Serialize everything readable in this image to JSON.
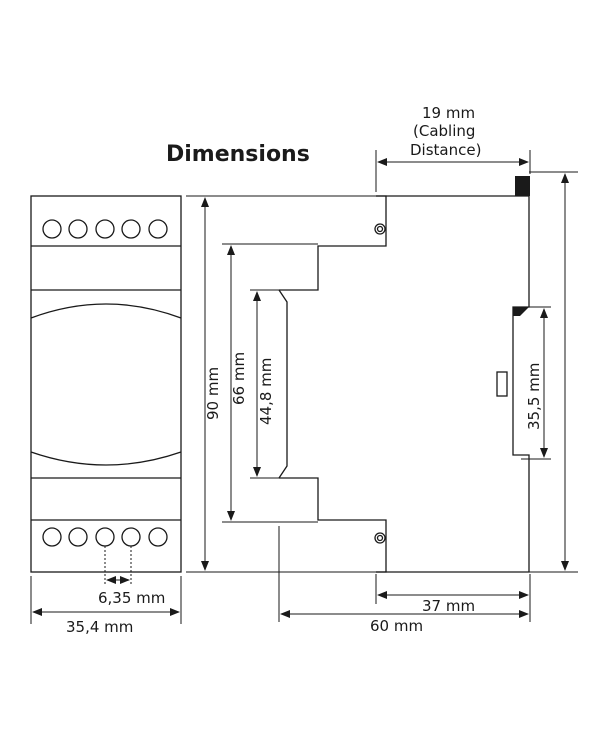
{
  "title": "Dimensions",
  "labels": {
    "cabling_top": "19 mm",
    "cabling_mid": "(Cabling",
    "cabling_bottom": "Distance)",
    "height_90": "90 mm",
    "height_66": "66 mm",
    "height_448": "44,8 mm",
    "height_355": "35,5 mm",
    "pitch": "6,35 mm",
    "width_front": "35,4 mm",
    "depth_37": "37 mm",
    "depth_60": "60 mm"
  },
  "colors": {
    "line": "#1a1a1a",
    "background": "#ffffff"
  }
}
